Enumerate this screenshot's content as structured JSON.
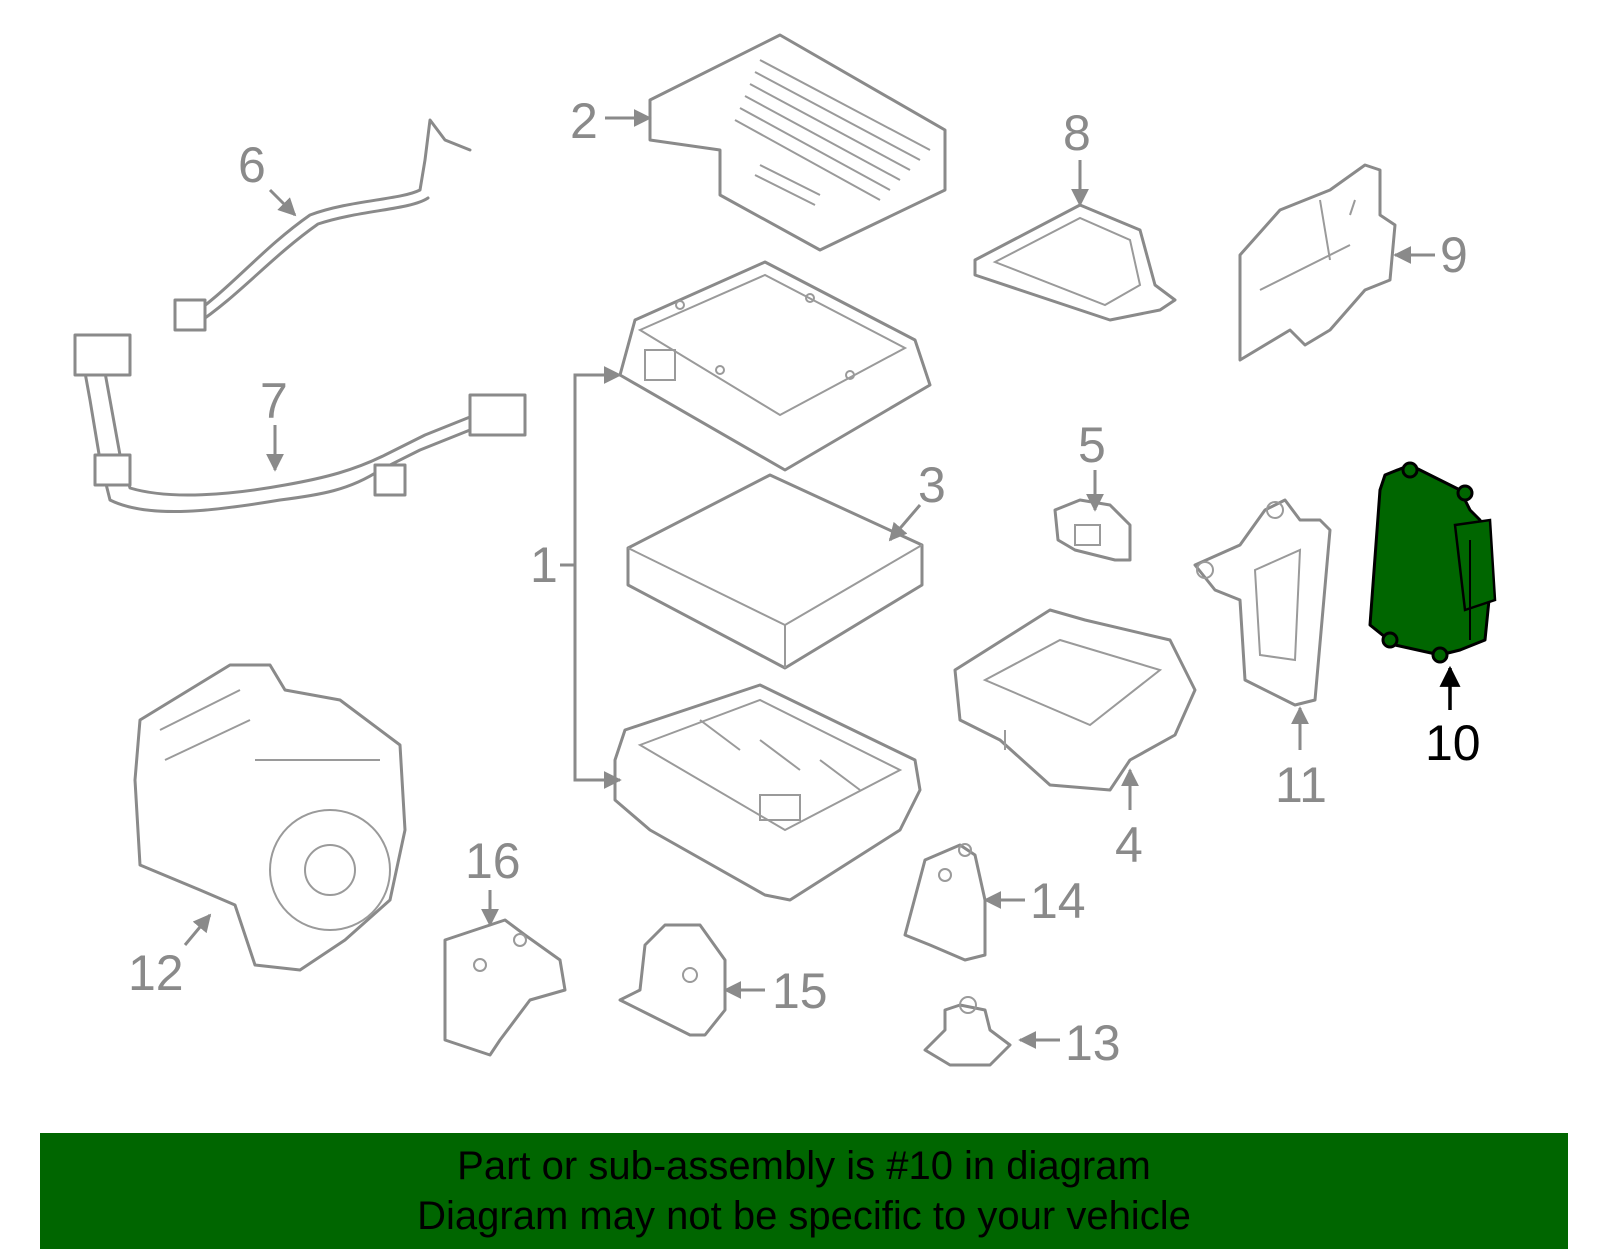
{
  "diagram": {
    "callouts": {
      "c1": "1",
      "c2": "2",
      "c3": "3",
      "c4": "4",
      "c5": "5",
      "c6": "6",
      "c7": "7",
      "c8": "8",
      "c9": "9",
      "c10": "10",
      "c11": "11",
      "c12": "12",
      "c13": "13",
      "c14": "14",
      "c15": "15",
      "c16": "16"
    },
    "highlighted_part": "10",
    "highlight_color": "#006600",
    "line_color": "#8a8a8a"
  },
  "banner": {
    "line1": "Part or sub-assembly is #10 in diagram",
    "line2": "Diagram may not be specific to your vehicle",
    "background": "#006600"
  }
}
